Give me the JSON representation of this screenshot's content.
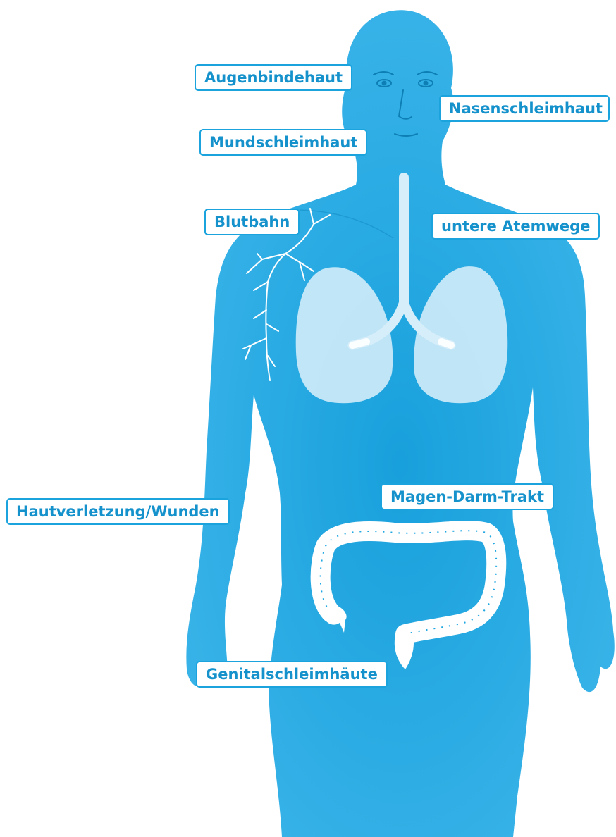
{
  "colors": {
    "body": "#1ea7e1",
    "organ": "#d6eef9",
    "label_text": "#1592cc",
    "label_border": "#1aa3dd"
  },
  "labels": {
    "augenbindehaut": "Augenbindehaut",
    "nasenschleimhaut": "Nasenschleimhaut",
    "mundschleimhaut": "Mundschleimhaut",
    "blutbahn": "Blutbahn",
    "untere_atemwege": "untere Atemwege",
    "magen_darm_trakt": "Magen-Darm-Trakt",
    "hautverletzung_wunden": "Hautverletzung/Wunden",
    "genitalschleimhaeute": "Genitalschleimhäute"
  }
}
